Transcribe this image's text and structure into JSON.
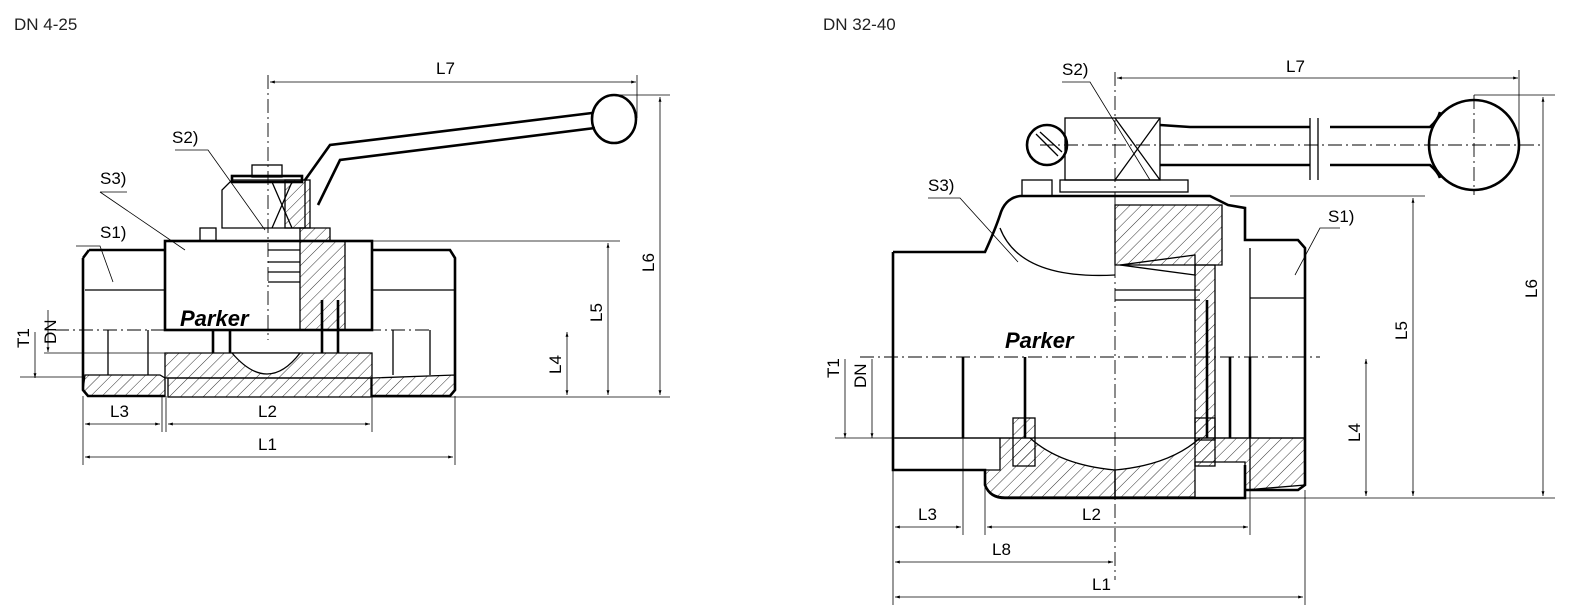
{
  "left_view": {
    "title": "DN 4-25",
    "labels": {
      "L7": "L7",
      "S2": "S2)",
      "S3": "S3)",
      "S1": "S1)",
      "T1": "T1",
      "DN": "DN",
      "L5": "L5",
      "L6": "L6",
      "L4": "L4",
      "L3": "L3",
      "L2": "L2",
      "L1": "L1"
    },
    "logo": "Parker"
  },
  "right_view": {
    "title": "DN 32-40",
    "labels": {
      "L7": "L7",
      "S2": "S2)",
      "S3": "S3)",
      "S1": "S1)",
      "T1": "T1",
      "DN": "DN",
      "L5": "L5",
      "L6": "L6",
      "L4": "L4",
      "L3": "L3",
      "L2": "L2",
      "L8": "L8",
      "L1": "L1"
    },
    "logo": "Parker"
  }
}
